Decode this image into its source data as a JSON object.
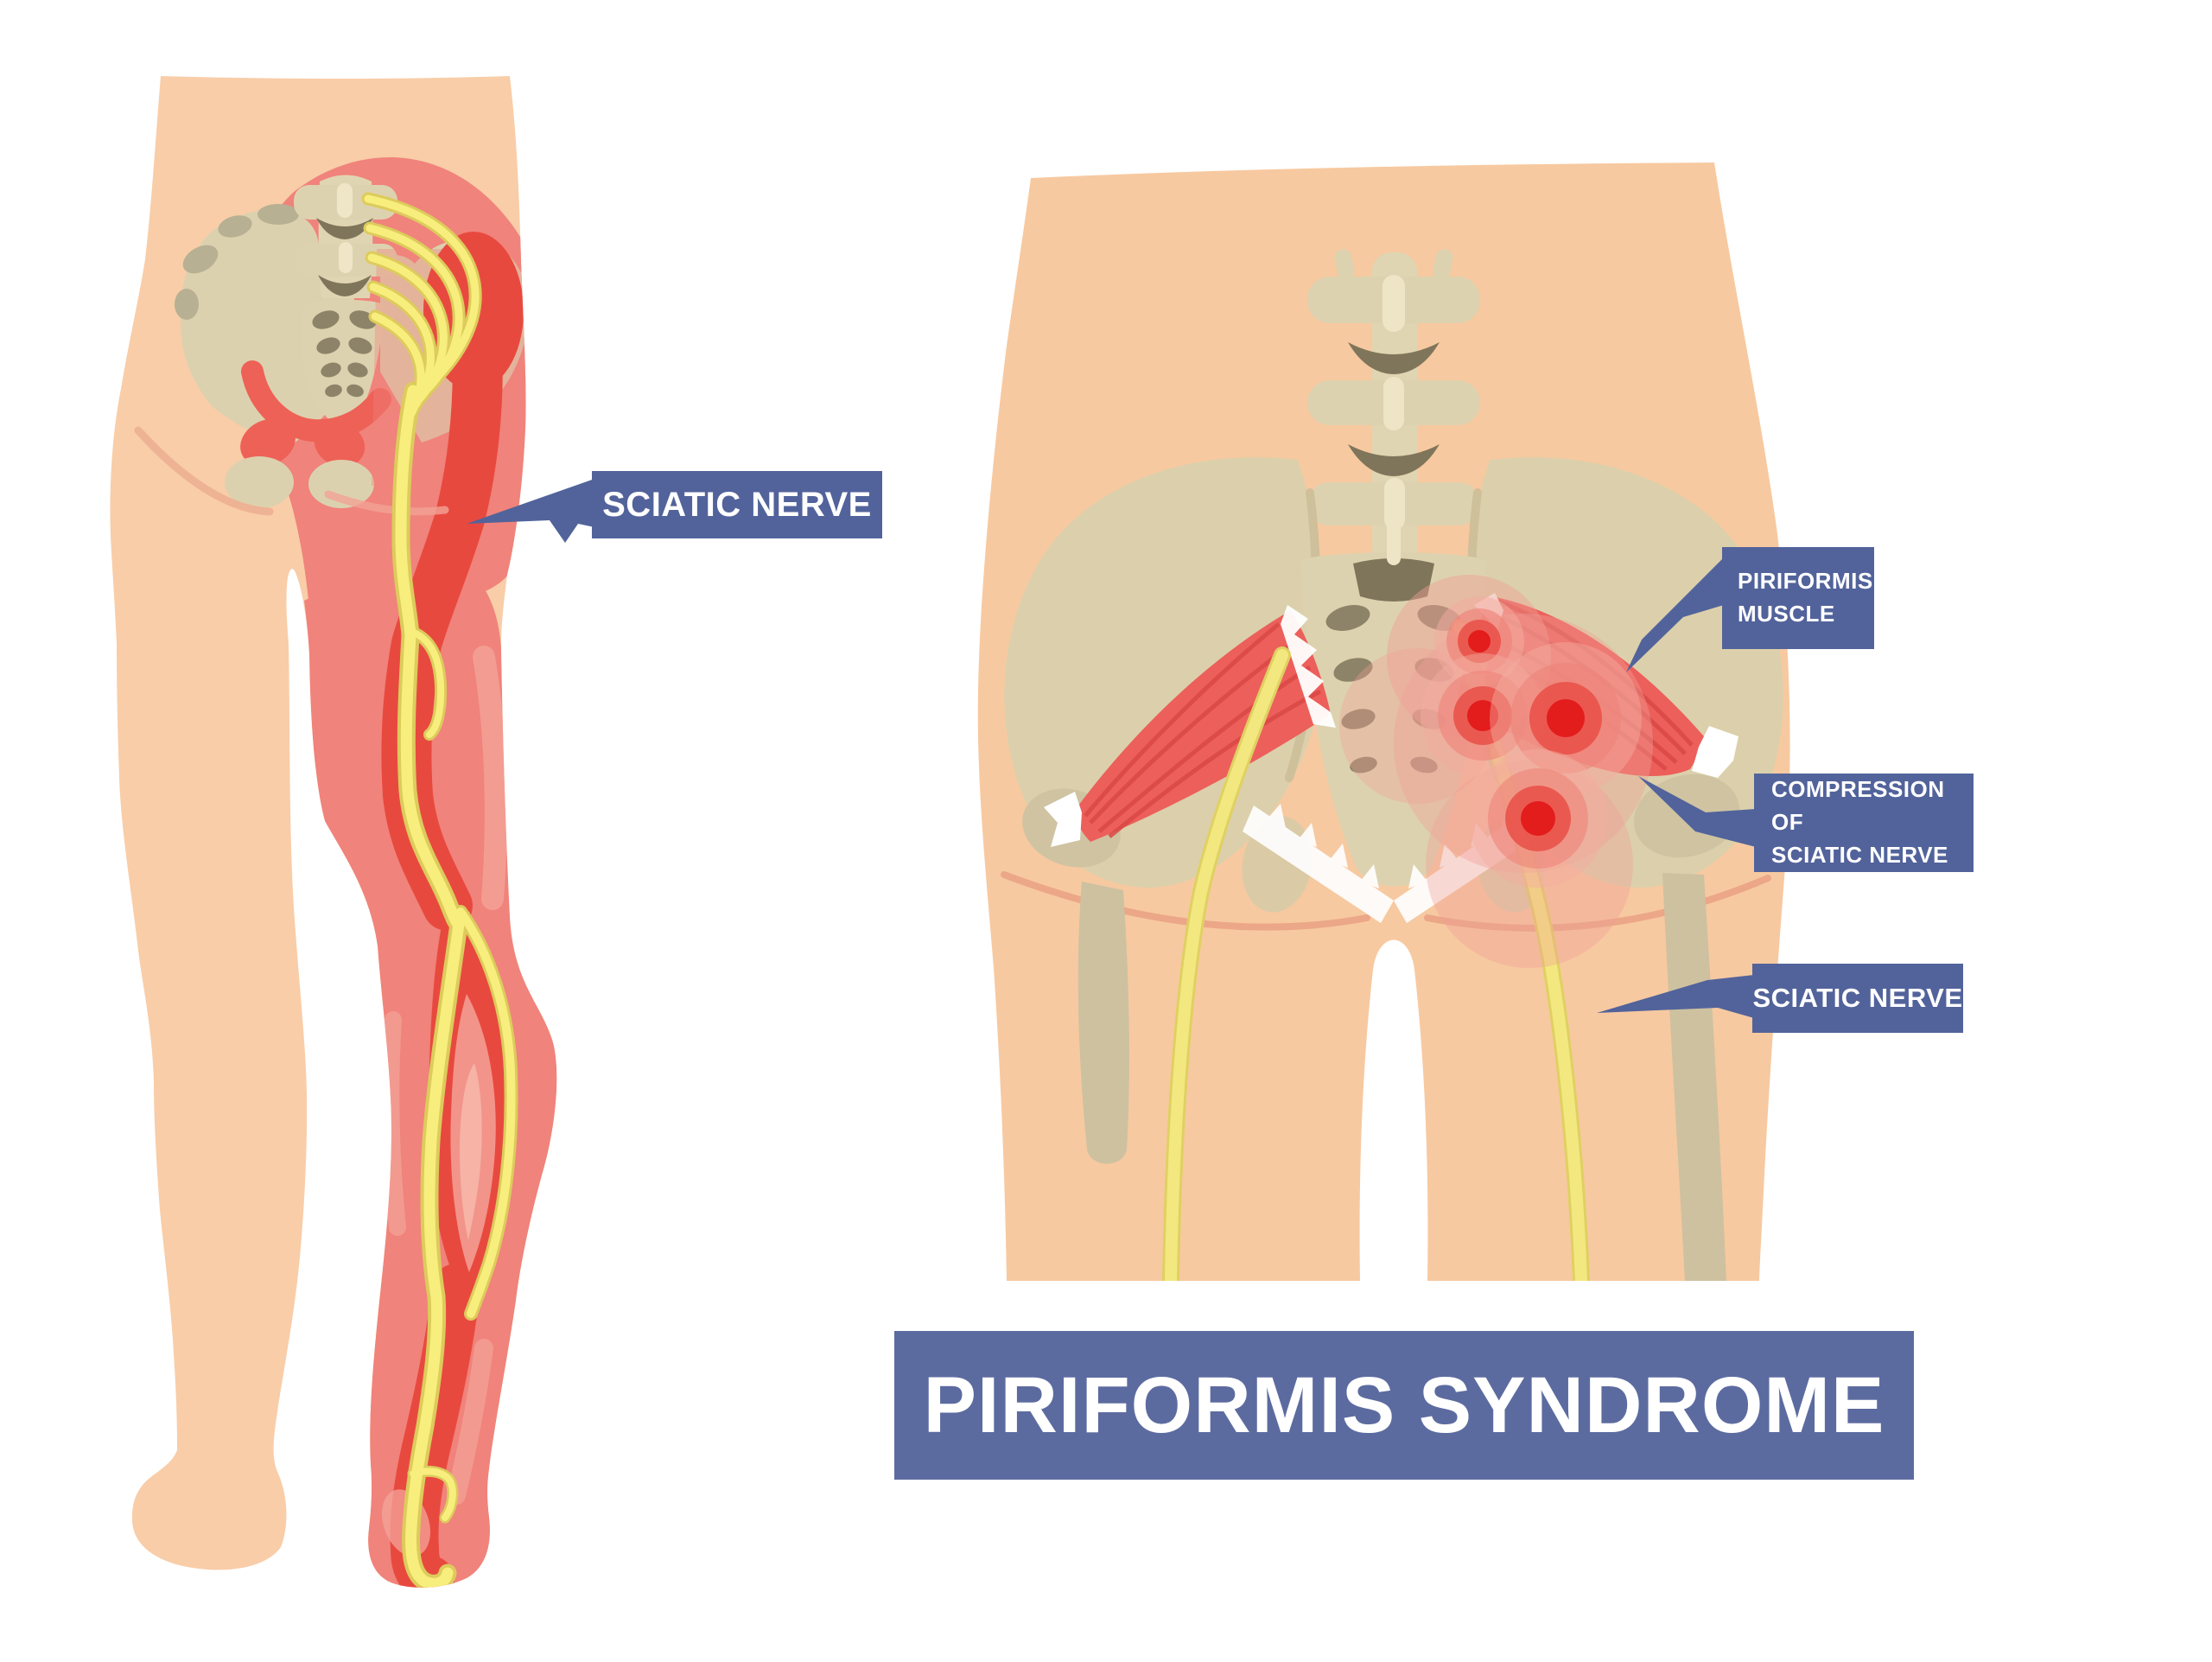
{
  "banner": {
    "title": "PIRIFORMIS SYNDROME"
  },
  "annotations": {
    "sciatic_nerve_left": "SCIATIC NERVE",
    "piriformis_muscle": "PIRIFORMIS\nMUSCLE",
    "compression_of_sciatic_nerve": "COMPRESSION OF\nSCIATIC NERVE",
    "sciatic_nerve_right": "SCIATIC NERVE"
  },
  "palette": {
    "background": "#ffffff",
    "skin": "#f8cda8",
    "skin_fold": "#eaa487",
    "inflamed_red": "#f0837b",
    "deep_red": "#e8493f",
    "muscle_red": "#ec5f5b",
    "muscle_fiber": "#da4845",
    "pain_core_red": "#e31c1c",
    "nerve_yellow": "#f7ee7d",
    "nerve_outline": "#ddcb5c",
    "bone_tan": "#dcd1ae",
    "bone_detail": "#7f755a",
    "label_blue": "#52639b",
    "banner_blue": "#5c6b9f",
    "tendon_white": "#ffffff"
  }
}
